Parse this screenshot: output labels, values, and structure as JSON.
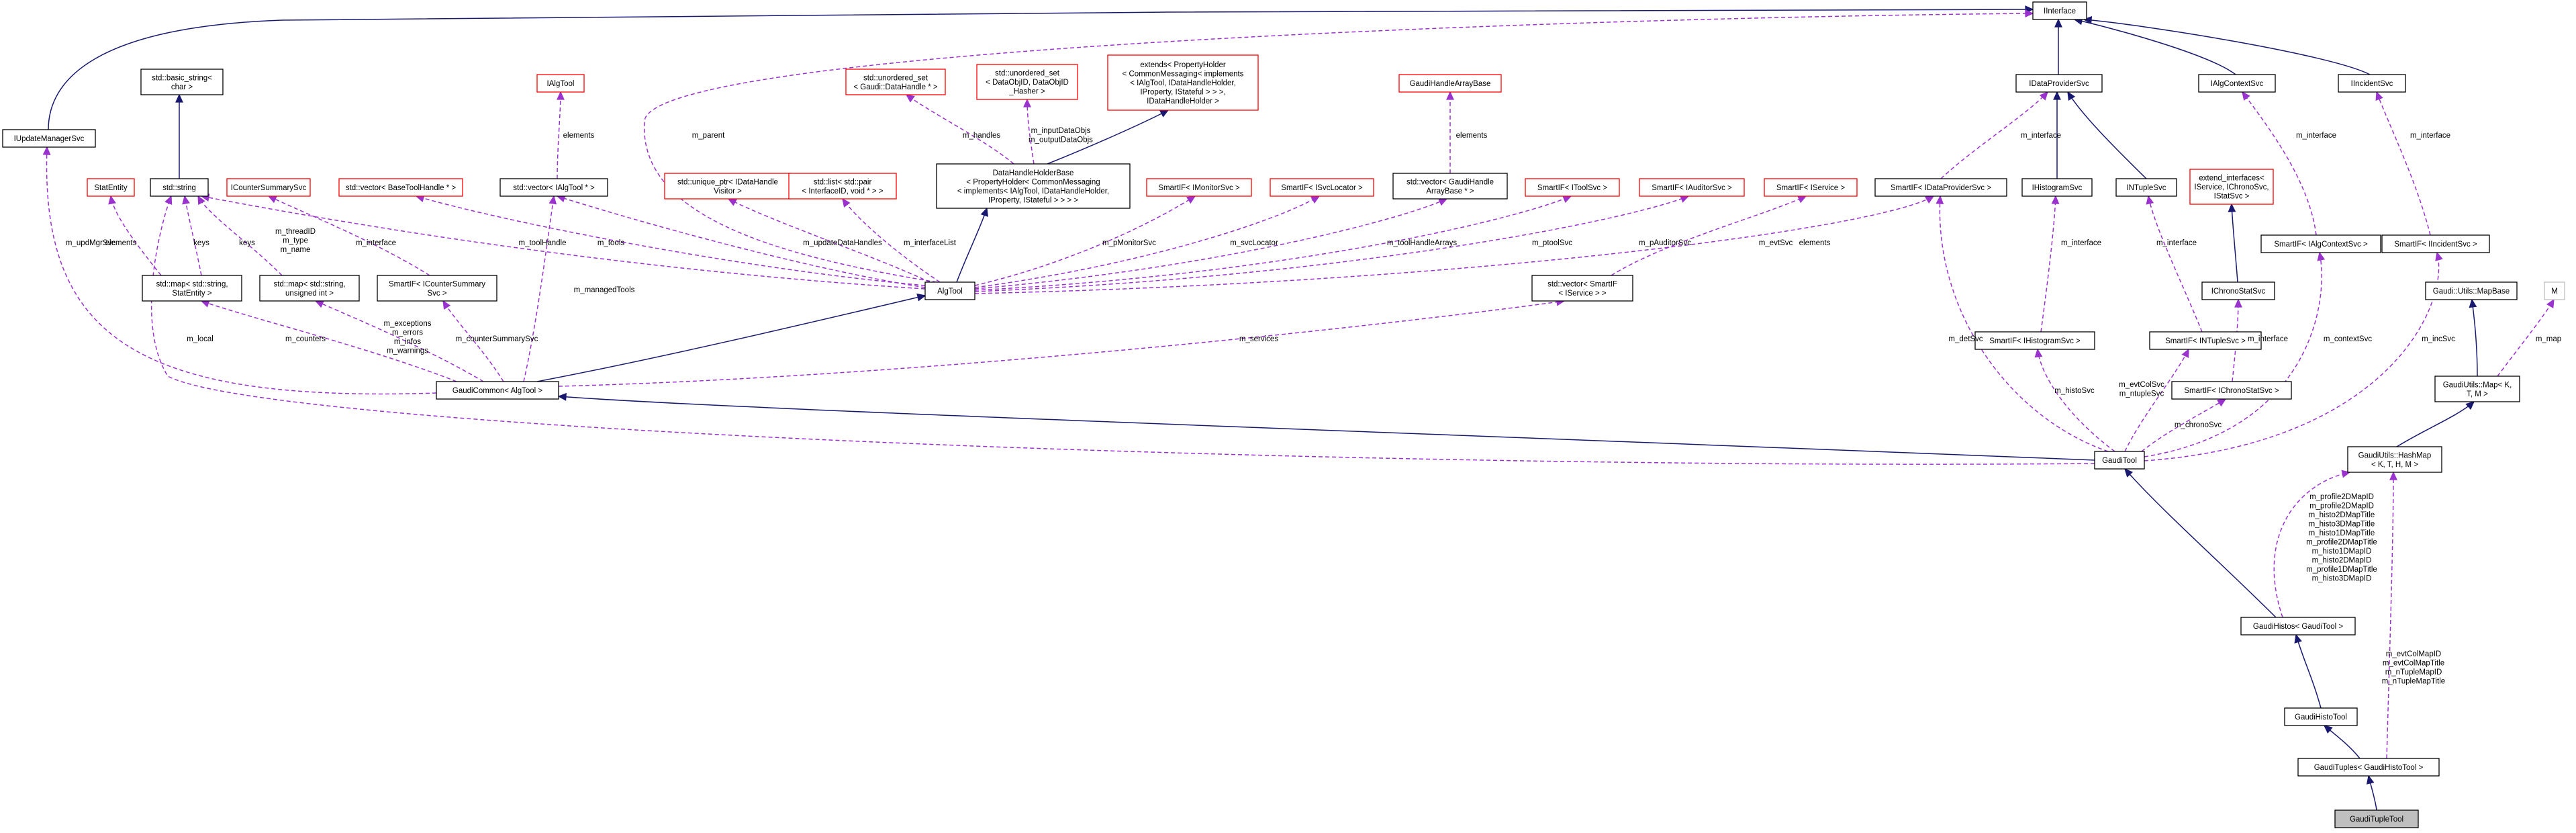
{
  "colors": {
    "inherit": "#191970",
    "usage": "#9a32cd",
    "box": "#000000",
    "undocumented": "#ff0000",
    "focus_fill": "#bfbfbf",
    "background": "#ffffff"
  },
  "nodes": [
    {
      "id": "IInterface",
      "label": [
        "IInterface"
      ],
      "style": "normal"
    },
    {
      "id": "IUpdateManagerSvc",
      "label": [
        "IUpdateManagerSvc"
      ],
      "style": "normal"
    },
    {
      "id": "basic_string",
      "label": [
        "std::basic_string<",
        "char >"
      ],
      "style": "normal"
    },
    {
      "id": "std_string",
      "label": [
        "std::string"
      ],
      "style": "normal"
    },
    {
      "id": "StatEntity",
      "label": [
        "StatEntity"
      ],
      "style": "red"
    },
    {
      "id": "ICounterSummarySvc",
      "label": [
        "ICounterSummarySvc"
      ],
      "style": "red"
    },
    {
      "id": "vec_BaseToolHandle",
      "label": [
        "std::vector< BaseToolHandle * >"
      ],
      "style": "red"
    },
    {
      "id": "IAlgTool",
      "label": [
        "IAlgTool"
      ],
      "style": "red"
    },
    {
      "id": "vec_IAlgTool",
      "label": [
        "std::vector< IAlgTool * >"
      ],
      "style": "normal"
    },
    {
      "id": "unordered_set_DataHandle",
      "label": [
        "std::unordered_set",
        "< Gaudi::DataHandle * >"
      ],
      "style": "red"
    },
    {
      "id": "unordered_set_DataObjID",
      "label": [
        "std::unordered_set",
        "< DataObjID, DataObjID",
        "_Hasher >"
      ],
      "style": "red"
    },
    {
      "id": "extends_PropertyHolder",
      "label": [
        "extends< PropertyHolder",
        "< CommonMessaging< implements",
        "< IAlgTool, IDataHandleHolder,",
        "IProperty, IStateful > > >,",
        "IDataHandleHolder >"
      ],
      "style": "red"
    },
    {
      "id": "GaudiHandleArrayBase",
      "label": [
        "GaudiHandleArrayBase"
      ],
      "style": "red"
    },
    {
      "id": "IDataProviderSvc",
      "label": [
        "IDataProviderSvc"
      ],
      "style": "normal"
    },
    {
      "id": "IAlgContextSvc",
      "label": [
        "IAlgContextSvc"
      ],
      "style": "normal"
    },
    {
      "id": "IIncidentSvc",
      "label": [
        "IIncidentSvc"
      ],
      "style": "normal"
    },
    {
      "id": "unique_ptr_IDataHandleVisitor",
      "label": [
        "std::unique_ptr< IDataHandle",
        "Visitor >"
      ],
      "style": "red"
    },
    {
      "id": "DataHandleHolderBase",
      "label": [
        "DataHandleHolderBase",
        "< PropertyHolder< CommonMessaging",
        "< implements< IAlgTool, IDataHandleHolder,",
        "IProperty, IStateful > > > >"
      ],
      "style": "normal"
    },
    {
      "id": "SmartIF_IMonitorSvc",
      "label": [
        "SmartIF< IMonitorSvc >"
      ],
      "style": "red"
    },
    {
      "id": "SmartIF_ISvcLocator",
      "label": [
        "SmartIF< ISvcLocator >"
      ],
      "style": "red"
    },
    {
      "id": "vec_GaudiHandleArrayBase",
      "label": [
        "std::vector< GaudiHandle",
        "ArrayBase * >"
      ],
      "style": "normal"
    },
    {
      "id": "SmartIF_IToolSvc",
      "label": [
        "SmartIF< IToolSvc >"
      ],
      "style": "red"
    },
    {
      "id": "SmartIF_IAuditorSvc",
      "label": [
        "SmartIF< IAuditorSvc >"
      ],
      "style": "red"
    },
    {
      "id": "SmartIF_IService",
      "label": [
        "SmartIF< IService >"
      ],
      "style": "red"
    },
    {
      "id": "SmartIF_IDataProviderSvc",
      "label": [
        "SmartIF< IDataProviderSvc >"
      ],
      "style": "normal"
    },
    {
      "id": "IHistogramSvc",
      "label": [
        "IHistogramSvc"
      ],
      "style": "normal"
    },
    {
      "id": "INTupleSvc",
      "label": [
        "INTupleSvc"
      ],
      "style": "normal"
    },
    {
      "id": "extend_interfaces",
      "label": [
        "extend_interfaces<",
        "IService, IChronoSvc,",
        "IStatSvc >"
      ],
      "style": "red"
    },
    {
      "id": "list_pair",
      "label": [
        "std::list< std::pair",
        "< InterfaceID, void * > >"
      ],
      "style": "red"
    },
    {
      "id": "SmartIF_IAlgContextSvc",
      "label": [
        "SmartIF< IAlgContextSvc >"
      ],
      "style": "normal"
    },
    {
      "id": "SmartIF_IIncidentSvc",
      "label": [
        "SmartIF< IIncidentSvc >"
      ],
      "style": "normal"
    },
    {
      "id": "map_StatEntity",
      "label": [
        "std::map< std::string,",
        "StatEntity >"
      ],
      "style": "normal"
    },
    {
      "id": "map_uint",
      "label": [
        "std::map< std::string,",
        "unsigned int >"
      ],
      "style": "normal"
    },
    {
      "id": "SmartIF_ICounterSummarySvc",
      "label": [
        "SmartIF< ICounterSummary",
        "Svc >"
      ],
      "style": "normal"
    },
    {
      "id": "AlgTool",
      "label": [
        "AlgTool"
      ],
      "style": "normal"
    },
    {
      "id": "vec_SmartIF_IService",
      "label": [
        "std::vector< SmartIF",
        "< IService > >"
      ],
      "style": "normal"
    },
    {
      "id": "IChronoStatSvc",
      "label": [
        "IChronoStatSvc"
      ],
      "style": "normal"
    },
    {
      "id": "MapBase",
      "label": [
        "Gaudi::Utils::MapBase"
      ],
      "style": "normal"
    },
    {
      "id": "M",
      "label": [
        "M"
      ],
      "style": "gray"
    },
    {
      "id": "SmartIF_IHistogramSvc",
      "label": [
        "SmartIF< IHistogramSvc >"
      ],
      "style": "normal"
    },
    {
      "id": "SmartIF_INTupleSvc",
      "label": [
        "SmartIF< INTupleSvc >"
      ],
      "style": "normal"
    },
    {
      "id": "GaudiCommon",
      "label": [
        "GaudiCommon< AlgTool >"
      ],
      "style": "normal"
    },
    {
      "id": "SmartIF_IChronoStatSvc",
      "label": [
        "SmartIF< IChronoStatSvc >"
      ],
      "style": "normal"
    },
    {
      "id": "GaudiUtils_Map",
      "label": [
        "GaudiUtils::Map< K,",
        "T, M >"
      ],
      "style": "normal"
    },
    {
      "id": "GaudiTool",
      "label": [
        "GaudiTool"
      ],
      "style": "normal"
    },
    {
      "id": "HashMap",
      "label": [
        "GaudiUtils::HashMap",
        "< K, T, H, M >"
      ],
      "style": "normal"
    },
    {
      "id": "GaudiHistos",
      "label": [
        "GaudiHistos< GaudiTool >"
      ],
      "style": "normal"
    },
    {
      "id": "GaudiHistoTool",
      "label": [
        "GaudiHistoTool"
      ],
      "style": "normal"
    },
    {
      "id": "GaudiTuples",
      "label": [
        "GaudiTuples< GaudiHistoTool >"
      ],
      "style": "normal"
    },
    {
      "id": "GaudiTupleTool",
      "label": [
        "GaudiTupleTool"
      ],
      "style": "focus"
    }
  ],
  "edges": [
    {
      "from": "IUpdateManagerSvc",
      "to": "IInterface",
      "kind": "inherit",
      "label": []
    },
    {
      "from": "IDataProviderSvc",
      "to": "IInterface",
      "kind": "inherit",
      "label": []
    },
    {
      "from": "IAlgContextSvc",
      "to": "IInterface",
      "kind": "inherit",
      "label": []
    },
    {
      "from": "IIncidentSvc",
      "to": "IInterface",
      "kind": "inherit",
      "label": []
    },
    {
      "from": "AlgTool",
      "to": "IInterface",
      "kind": "usage",
      "label": [
        "m_parent"
      ]
    },
    {
      "from": "std_string",
      "to": "basic_string",
      "kind": "inherit",
      "label": []
    },
    {
      "from": "vec_IAlgTool",
      "to": "IAlgTool",
      "kind": "usage",
      "label": [
        "elements"
      ]
    },
    {
      "from": "DataHandleHolderBase",
      "to": "unordered_set_DataHandle",
      "kind": "usage",
      "label": [
        "m_handles"
      ]
    },
    {
      "from": "DataHandleHolderBase",
      "to": "unordered_set_DataObjID",
      "kind": "usage",
      "label": [
        "m_inputDataObjs",
        "m_outputDataObjs"
      ]
    },
    {
      "from": "DataHandleHolderBase",
      "to": "extends_PropertyHolder",
      "kind": "inherit",
      "label": []
    },
    {
      "from": "vec_GaudiHandleArrayBase",
      "to": "GaudiHandleArrayBase",
      "kind": "usage",
      "label": [
        "elements"
      ]
    },
    {
      "from": "SmartIF_IDataProviderSvc",
      "to": "IDataProviderSvc",
      "kind": "usage",
      "label": [
        "m_interface"
      ]
    },
    {
      "from": "IHistogramSvc",
      "to": "IDataProviderSvc",
      "kind": "inherit",
      "label": []
    },
    {
      "from": "INTupleSvc",
      "to": "IDataProviderSvc",
      "kind": "inherit",
      "label": []
    },
    {
      "from": "SmartIF_IAlgContextSvc",
      "to": "IAlgContextSvc",
      "kind": "usage",
      "label": [
        "m_interface"
      ]
    },
    {
      "from": "SmartIF_IIncidentSvc",
      "to": "IIncidentSvc",
      "kind": "usage",
      "label": [
        "m_interface"
      ]
    },
    {
      "from": "GaudiCommon",
      "to": "IUpdateManagerSvc",
      "kind": "usage",
      "label": [
        "m_updMgrSvc"
      ]
    },
    {
      "from": "map_StatEntity",
      "to": "StatEntity",
      "kind": "usage",
      "label": [
        "elements"
      ]
    },
    {
      "from": "map_StatEntity",
      "to": "std_string",
      "kind": "usage",
      "label": [
        "keys"
      ]
    },
    {
      "from": "map_uint",
      "to": "std_string",
      "kind": "usage",
      "label": [
        "keys"
      ]
    },
    {
      "from": "AlgTool",
      "to": "std_string",
      "kind": "usage",
      "label": [
        "m_threadID",
        "m_type",
        "m_name"
      ]
    },
    {
      "from": "GaudiTool",
      "to": "std_string",
      "kind": "usage",
      "label": []
    },
    {
      "from": "SmartIF_ICounterSummarySvc",
      "to": "ICounterSummarySvc",
      "kind": "usage",
      "label": [
        "m_interface"
      ]
    },
    {
      "from": "AlgTool",
      "to": "vec_BaseToolHandle",
      "kind": "usage",
      "label": [
        "m_toolHandle"
      ]
    },
    {
      "from": "AlgTool",
      "to": "vec_IAlgTool",
      "kind": "usage",
      "label": [
        "m_tools"
      ]
    },
    {
      "from": "AlgTool",
      "to": "unique_ptr_IDataHandleVisitor",
      "kind": "usage",
      "label": [
        "m_updateDataHandles"
      ]
    },
    {
      "from": "AlgTool",
      "to": "list_pair",
      "kind": "usage",
      "label": [
        "m_interfaceList"
      ]
    },
    {
      "from": "AlgTool",
      "to": "DataHandleHolderBase",
      "kind": "inherit",
      "label": []
    },
    {
      "from": "AlgTool",
      "to": "SmartIF_IMonitorSvc",
      "kind": "usage",
      "label": [
        "m_pMonitorSvc"
      ]
    },
    {
      "from": "AlgTool",
      "to": "SmartIF_ISvcLocator",
      "kind": "usage",
      "label": [
        "m_svcLocator"
      ]
    },
    {
      "from": "AlgTool",
      "to": "vec_GaudiHandleArrayBase",
      "kind": "usage",
      "label": [
        "m_toolHandleArrays"
      ]
    },
    {
      "from": "AlgTool",
      "to": "SmartIF_IToolSvc",
      "kind": "usage",
      "label": [
        "m_ptoolSvc"
      ]
    },
    {
      "from": "AlgTool",
      "to": "SmartIF_IAuditorSvc",
      "kind": "usage",
      "label": [
        "m_pAuditorSvc"
      ]
    },
    {
      "from": "AlgTool",
      "to": "SmartIF_IDataProviderSvc",
      "kind": "usage",
      "label": [
        "m_evtSvc"
      ]
    },
    {
      "from": "vec_SmartIF_IService",
      "to": "SmartIF_IService",
      "kind": "usage",
      "label": [
        "elements"
      ]
    },
    {
      "from": "GaudiCommon",
      "to": "vec_IAlgTool",
      "kind": "usage",
      "label": [
        "m_managedTools"
      ]
    },
    {
      "from": "GaudiCommon",
      "to": "map_StatEntity",
      "kind": "usage",
      "label": [
        "m_counters"
      ]
    },
    {
      "from": "GaudiCommon",
      "to": "map_uint",
      "kind": "usage",
      "label": [
        "m_exceptions",
        "m_errors",
        "m_infos",
        "m_warnings"
      ]
    },
    {
      "from": "GaudiCommon",
      "to": "SmartIF_ICounterSummarySvc",
      "kind": "usage",
      "label": [
        "m_counterSummarySvc"
      ]
    },
    {
      "from": "GaudiCommon",
      "to": "AlgTool",
      "kind": "inherit",
      "label": []
    },
    {
      "from": "GaudiCommon",
      "to": "vec_SmartIF_IService",
      "kind": "usage",
      "label": [
        "m_services"
      ]
    },
    {
      "from": "GaudiTool",
      "to": "GaudiCommon",
      "kind": "inherit",
      "label": [
        "m_local"
      ]
    },
    {
      "from": "SmartIF_IHistogramSvc",
      "to": "IHistogramSvc",
      "kind": "usage",
      "label": [
        "m_interface"
      ]
    },
    {
      "from": "SmartIF_INTupleSvc",
      "to": "INTupleSvc",
      "kind": "usage",
      "label": [
        "m_interface"
      ]
    },
    {
      "from": "IChronoStatSvc",
      "to": "extend_interfaces",
      "kind": "inherit",
      "label": []
    },
    {
      "from": "SmartIF_IChronoStatSvc",
      "to": "IChronoStatSvc",
      "kind": "usage",
      "label": [
        "m_interface"
      ]
    },
    {
      "from": "GaudiUtils_Map",
      "to": "MapBase",
      "kind": "inherit",
      "label": []
    },
    {
      "from": "GaudiUtils_Map",
      "to": "M",
      "kind": "usage",
      "label": [
        "m_map"
      ]
    },
    {
      "from": "HashMap",
      "to": "GaudiUtils_Map",
      "kind": "inherit",
      "label": []
    },
    {
      "from": "GaudiTool",
      "to": "SmartIF_IDataProviderSvc",
      "kind": "usage",
      "label": [
        "m_detSvc"
      ]
    },
    {
      "from": "GaudiTool",
      "to": "SmartIF_IHistogramSvc",
      "kind": "usage",
      "label": [
        "m_histoSvc"
      ]
    },
    {
      "from": "GaudiTool",
      "to": "SmartIF_INTupleSvc",
      "kind": "usage",
      "label": [
        "m_evtColSvc",
        "m_ntupleSvc"
      ]
    },
    {
      "from": "GaudiTool",
      "to": "SmartIF_IChronoStatSvc",
      "kind": "usage",
      "label": [
        "m_chronoSvc"
      ]
    },
    {
      "from": "GaudiTool",
      "to": "SmartIF_IAlgContextSvc",
      "kind": "usage",
      "label": [
        "m_contextSvc"
      ]
    },
    {
      "from": "GaudiTool",
      "to": "SmartIF_IIncidentSvc",
      "kind": "usage",
      "label": [
        "m_incSvc"
      ]
    },
    {
      "from": "GaudiHistos",
      "to": "GaudiTool",
      "kind": "inherit",
      "label": []
    },
    {
      "from": "GaudiHistos",
      "to": "HashMap",
      "kind": "usage",
      "label": [
        "m_profile2DMapID",
        "m_profile2DMapID",
        "m_histo2DMapTitle",
        "m_histo3DMapTitle",
        "m_histo1DMapTitle",
        "m_profile2DMapTitle",
        "m_histo1DMapID",
        "m_histo2DMapID",
        "m_profile1DMapTitle",
        "m_histo3DMapID"
      ]
    },
    {
      "from": "GaudiHistoTool",
      "to": "GaudiHistos",
      "kind": "inherit",
      "label": []
    },
    {
      "from": "GaudiTuples",
      "to": "GaudiHistoTool",
      "kind": "inherit",
      "label": []
    },
    {
      "from": "GaudiTuples",
      "to": "HashMap",
      "kind": "usage",
      "label": [
        "m_evtColMapID",
        "m_evtColMapTitle",
        "m_nTupleMapID",
        "m_nTupleMapTitle"
      ]
    },
    {
      "from": "GaudiTupleTool",
      "to": "GaudiTuples",
      "kind": "inherit",
      "label": []
    }
  ]
}
